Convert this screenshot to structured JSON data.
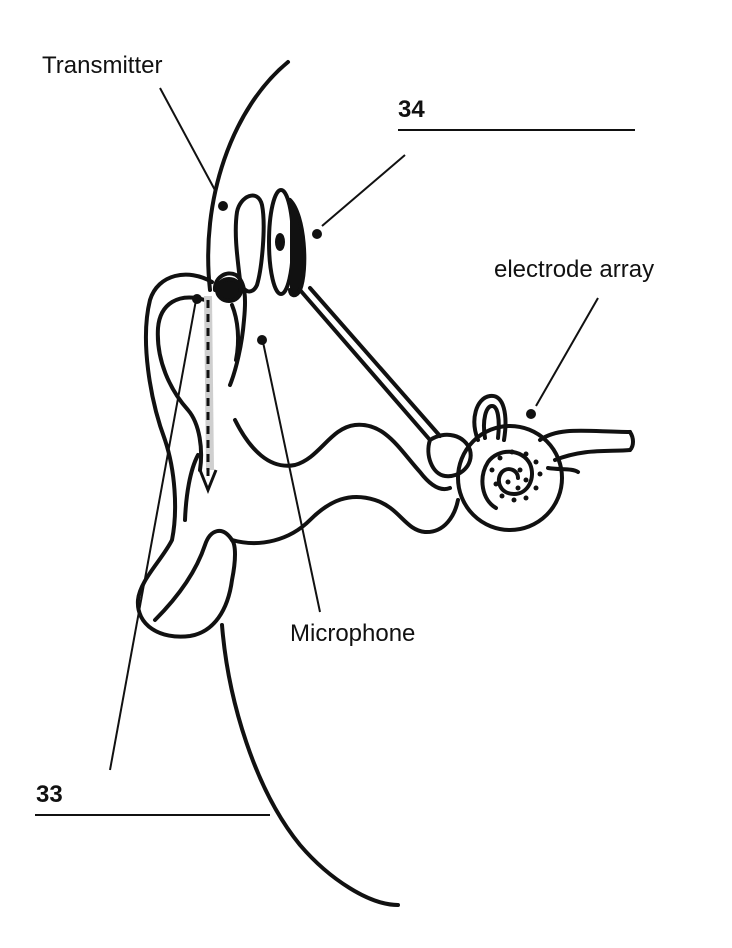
{
  "labels": {
    "transmitter": "Transmitter",
    "electrode_array": "electrode array",
    "microphone": "Microphone"
  },
  "blanks": {
    "q33": "33",
    "q34": "34"
  },
  "colors": {
    "ink": "#111111",
    "shade": "#cfcfcf",
    "background": "#ffffff"
  }
}
